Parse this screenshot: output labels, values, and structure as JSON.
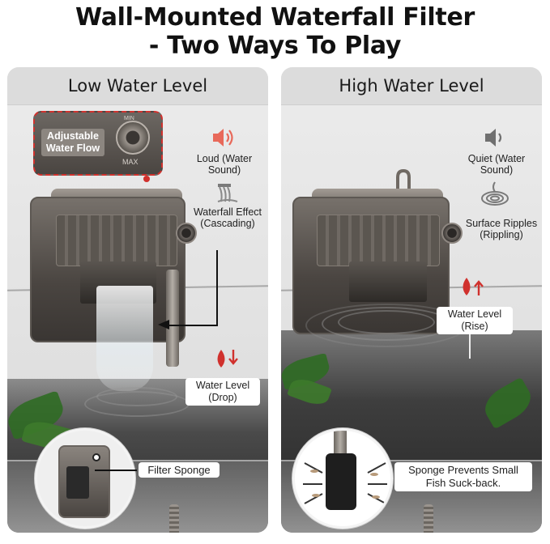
{
  "title": {
    "line1": "Wall-Mounted Waterfall Filter",
    "line2": "- Two Ways To Play"
  },
  "left_panel": {
    "heading": "Low Water Level",
    "adjustable_label": "Adjustable Water Flow",
    "dial_min": "MIN",
    "dial_max": "MAX",
    "sound_label": "Loud (Water Sound)",
    "effect_label": "Waterfall Effect (Cascading)",
    "water_level_label": "Water Level (Drop)",
    "inset_label": "Filter Sponge"
  },
  "right_panel": {
    "heading": "High Water Level",
    "sound_label": "Quiet (Water Sound)",
    "effect_label": "Surface Ripples (Rippling)",
    "water_level_label": "Water Level (Rise)",
    "inset_label": "Sponge Prevents Small Fish Suck-back."
  },
  "icons": {
    "left_sound": "speaker-loud-icon",
    "left_effect": "waterfall-icon",
    "left_level": "water-drop-down-icon",
    "right_sound": "speaker-quiet-icon",
    "right_effect": "ripples-icon",
    "right_level": "water-drop-up-icon"
  },
  "colors": {
    "accent_red": "#d0312d",
    "icon_gray": "#6f6f6f"
  }
}
